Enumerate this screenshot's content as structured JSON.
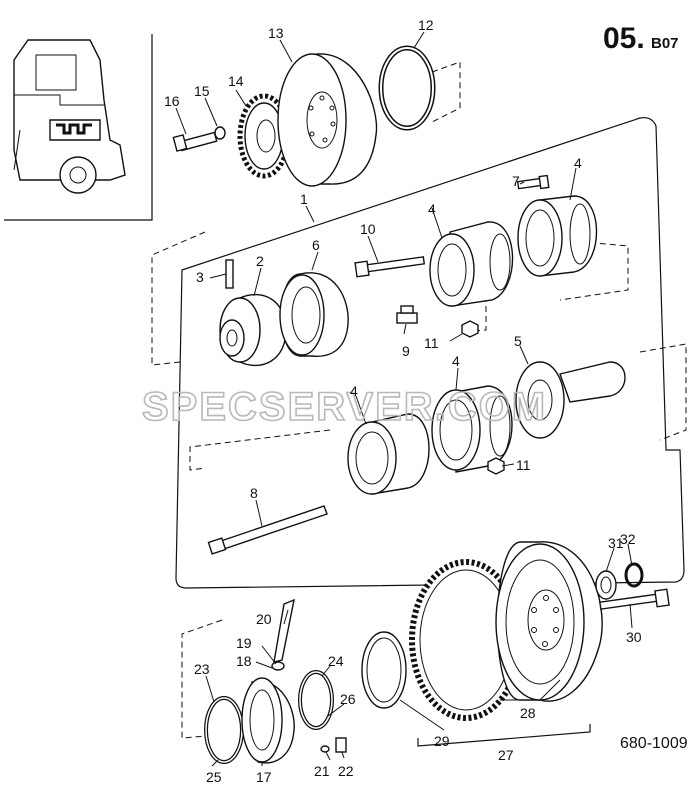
{
  "header": {
    "section": "05.",
    "subsection": "B07"
  },
  "watermark": "SPECSERVER.COM",
  "drawing_code": "680-1009",
  "callouts": [
    {
      "id": "c1",
      "text": "1"
    },
    {
      "id": "c2",
      "text": "2"
    },
    {
      "id": "c3",
      "text": "3"
    },
    {
      "id": "c4a",
      "text": "4"
    },
    {
      "id": "c4b",
      "text": "4"
    },
    {
      "id": "c4c",
      "text": "4"
    },
    {
      "id": "c4d",
      "text": "4"
    },
    {
      "id": "c5",
      "text": "5"
    },
    {
      "id": "c6",
      "text": "6"
    },
    {
      "id": "c7",
      "text": "7"
    },
    {
      "id": "c8",
      "text": "8"
    },
    {
      "id": "c9",
      "text": "9"
    },
    {
      "id": "c10",
      "text": "10"
    },
    {
      "id": "c11a",
      "text": "11"
    },
    {
      "id": "c11b",
      "text": "11"
    },
    {
      "id": "c12",
      "text": "12"
    },
    {
      "id": "c13",
      "text": "13"
    },
    {
      "id": "c14",
      "text": "14"
    },
    {
      "id": "c15",
      "text": "15"
    },
    {
      "id": "c16",
      "text": "16"
    },
    {
      "id": "c17",
      "text": "17"
    },
    {
      "id": "c18",
      "text": "18"
    },
    {
      "id": "c19",
      "text": "19"
    },
    {
      "id": "c20",
      "text": "20"
    },
    {
      "id": "c21",
      "text": "21"
    },
    {
      "id": "c22",
      "text": "22"
    },
    {
      "id": "c23",
      "text": "23"
    },
    {
      "id": "c24",
      "text": "24"
    },
    {
      "id": "c25",
      "text": "25"
    },
    {
      "id": "c26",
      "text": "26"
    },
    {
      "id": "c27",
      "text": "27"
    },
    {
      "id": "c28",
      "text": "28"
    },
    {
      "id": "c29",
      "text": "29"
    },
    {
      "id": "c30",
      "text": "30"
    },
    {
      "id": "c31",
      "text": "31"
    },
    {
      "id": "c32",
      "text": "32"
    }
  ]
}
